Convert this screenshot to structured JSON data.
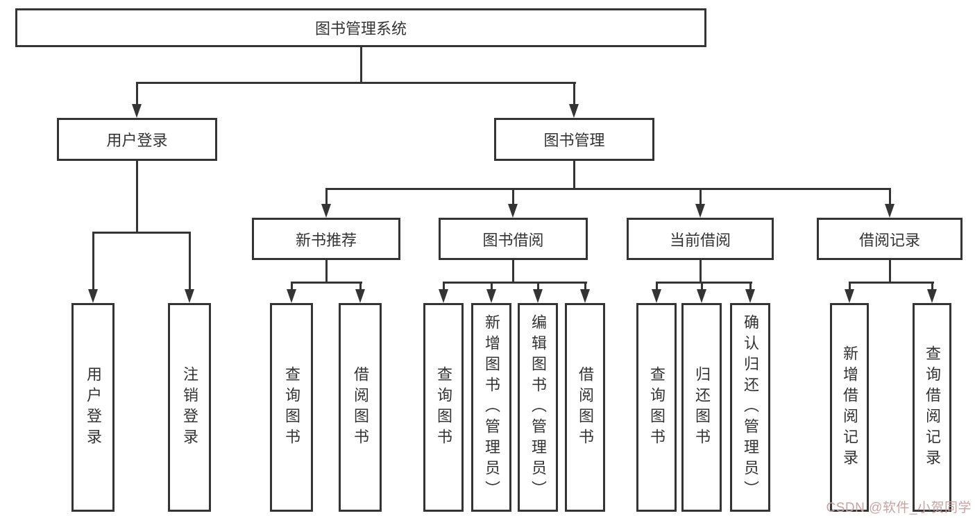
{
  "tree": {
    "root": "图书管理系统",
    "l1": [
      "用户登录",
      "图书管理"
    ],
    "l2": [
      "新书推荐",
      "图书借阅",
      "当前借阅",
      "借阅记录"
    ],
    "leaves_login": [
      "用户登录",
      "注销登录"
    ],
    "leaves_newbook": [
      "查询图书",
      "借阅图书"
    ],
    "leaves_borrow": [
      "查询图书",
      "新增图书（管理员）",
      "编辑图书（管理员）",
      "借阅图书"
    ],
    "leaves_current": [
      "查询图书",
      "归还图书",
      "确认归还（管理员）"
    ],
    "leaves_records": [
      "新增借阅记录",
      "查询借阅记录"
    ]
  },
  "watermark": {
    "text": "CSDN @软件_小贺同学"
  },
  "colors": {
    "line": "#343434",
    "text": "#333333",
    "watermark": "#c9a2a2",
    "background": "#ffffff"
  }
}
